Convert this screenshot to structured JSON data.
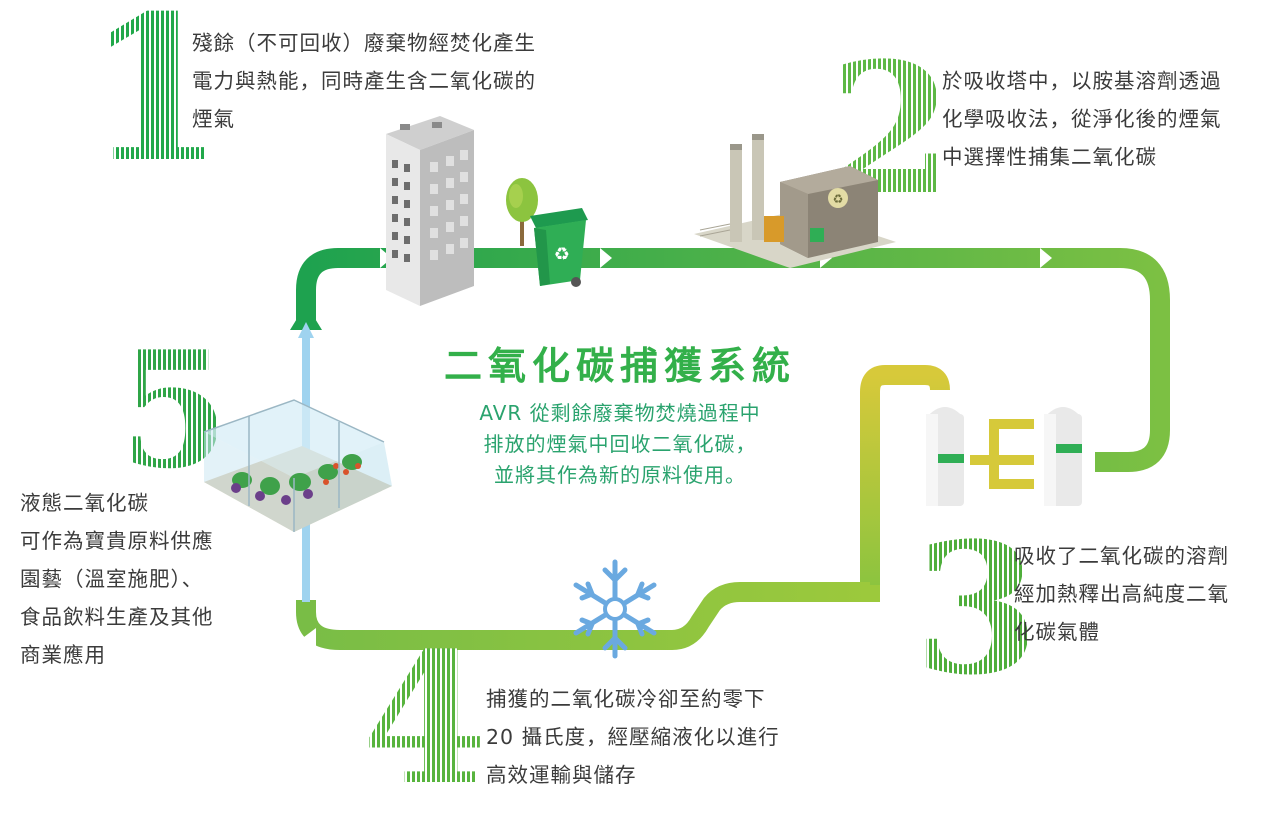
{
  "title": "二氧化碳捕獲系統",
  "description": "AVR 從剩餘廢棄物焚燒過程中\n排放的煙氣中回收二氧化碳，\n並將其作為新的原料使用。",
  "steps": [
    {
      "number": "1",
      "text": "殘餘（不可回收）廢棄物經焚化產生\n電力與熱能，同時產生含二氧化碳的\n煙氣"
    },
    {
      "number": "2",
      "text": "於吸收塔中，以胺基溶劑透過\n化學吸收法，從淨化後的煙氣\n中選擇性捕集二氧化碳"
    },
    {
      "number": "3",
      "text": "吸收了二氧化碳的溶劑\n經加熱釋出高純度二氧\n化碳氣體"
    },
    {
      "number": "4",
      "text": "捕獲的二氧化碳冷卻至約零下\n20 攝氏度，經壓縮液化以進行\n高效運輸與儲存"
    },
    {
      "number": "5",
      "text": "液態二氧化碳\n可作為寶貴原料供應\n園藝（溫室施肥）、\n食品飲料生產及其他\n商業應用"
    }
  ],
  "colors": {
    "green_dark": "#1ea24f",
    "green_mid": "#6cbd45",
    "green_light": "#a6cf3b",
    "yellow": "#d6c93a",
    "blue_line": "#9fd3ef",
    "snow_blue": "#6aa9e0",
    "title_green": "#33b04a"
  },
  "icons": [
    "apartment-building",
    "recycle-bin",
    "tree",
    "incineration-plant",
    "gas-cylinders",
    "snowflake",
    "greenhouse"
  ]
}
